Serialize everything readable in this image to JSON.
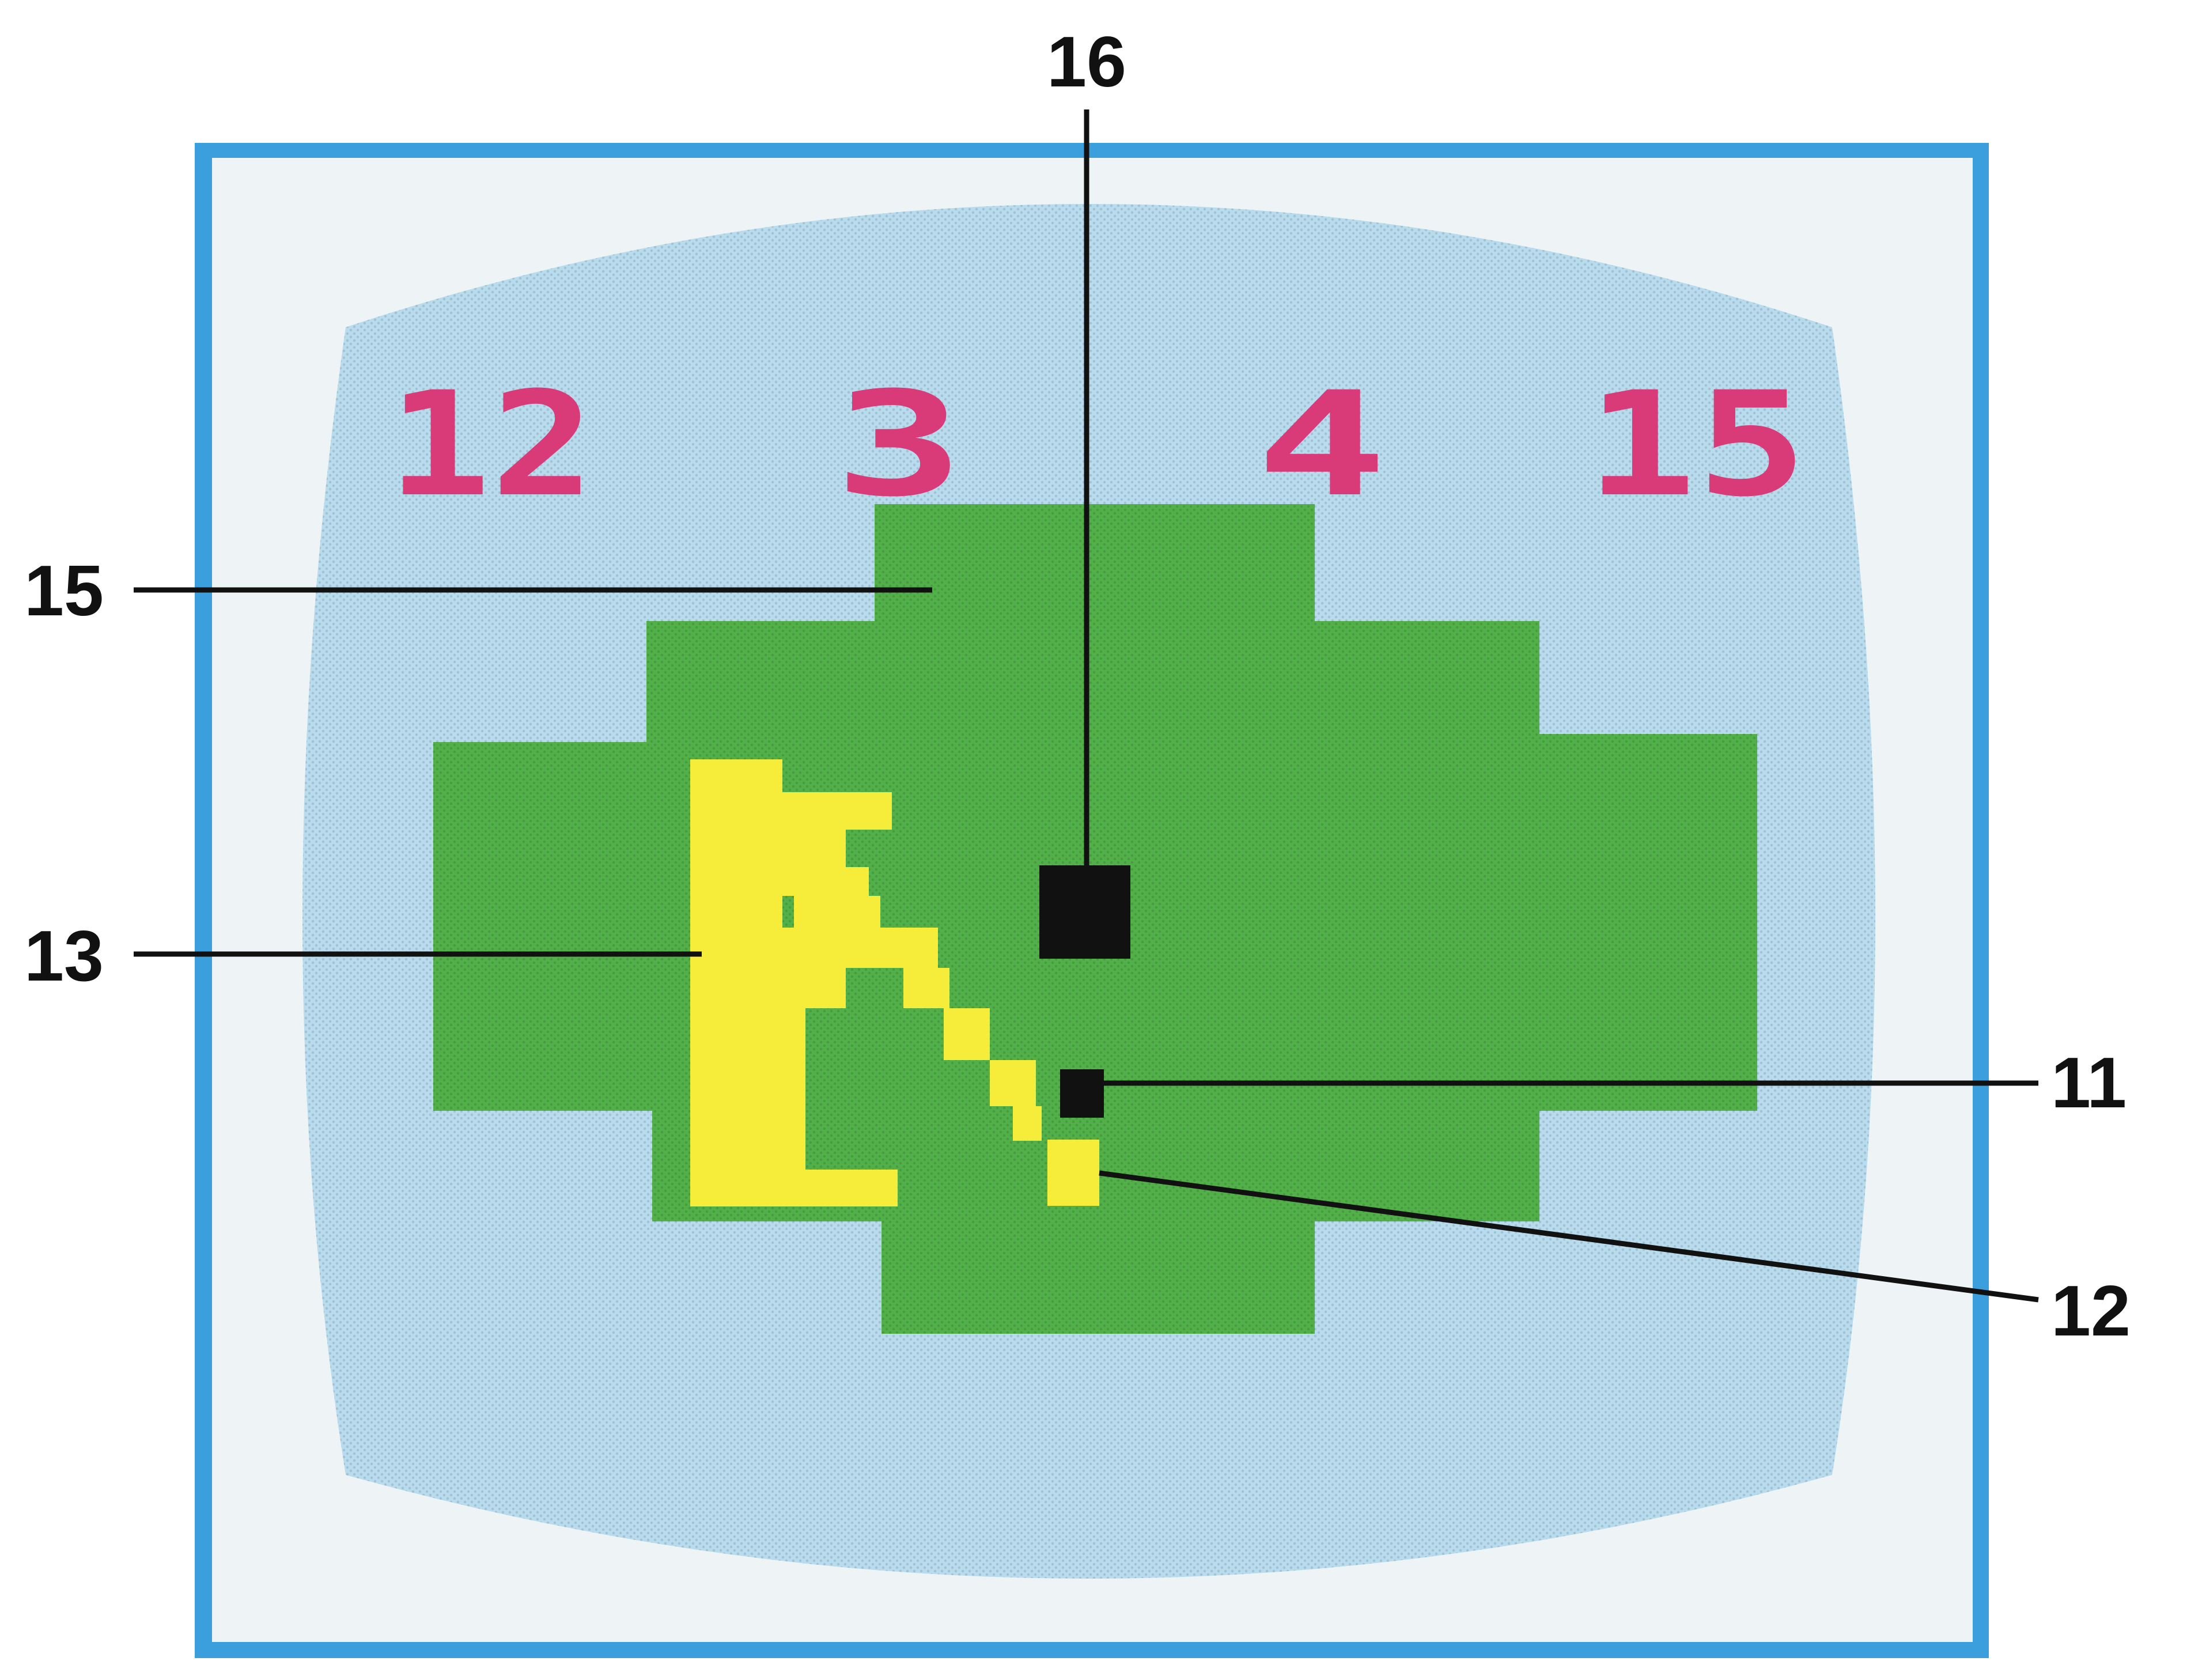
{
  "game": {
    "colors": {
      "frame": "#3a9fdc",
      "frame_inner": "#eef4f6",
      "screen": "#b8dcee",
      "green": "#52b049",
      "yellow": "#f6ec3a",
      "score": "#d93a78",
      "black": "#111111"
    },
    "scores": {
      "left_player": "12",
      "left_strokes": "3",
      "right_strokes": "4",
      "right_player": "15"
    }
  },
  "callouts": {
    "c16": "16",
    "c15": "15",
    "c13": "13",
    "c11": "11",
    "c12": "12"
  }
}
